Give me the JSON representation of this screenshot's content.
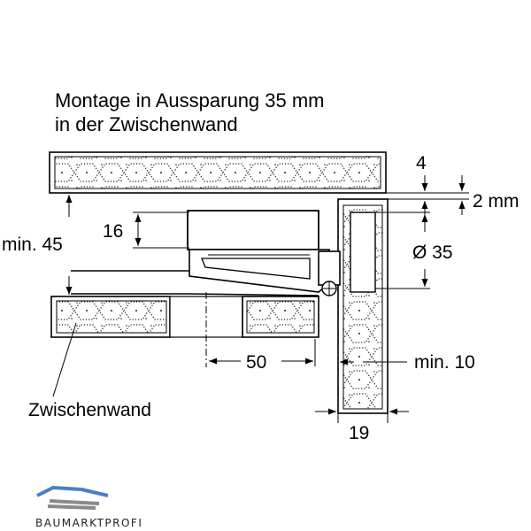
{
  "title": {
    "line1": "Montage in Aussparung 35 mm",
    "line2": "in der Zwischenwand"
  },
  "dimensions": {
    "d4": "4",
    "d2mm": "2 mm",
    "d16": "16",
    "min45": "min. 45",
    "dia35": "Ø 35",
    "d50": "50",
    "min10": "min. 10",
    "d19": "19"
  },
  "labels": {
    "zwischenwand": "Zwischenwand"
  },
  "logo": {
    "text": "BAUMARKTPROFI",
    "colors": {
      "blue": "#4a7fc1",
      "gray": "#8a8a8a"
    }
  }
}
